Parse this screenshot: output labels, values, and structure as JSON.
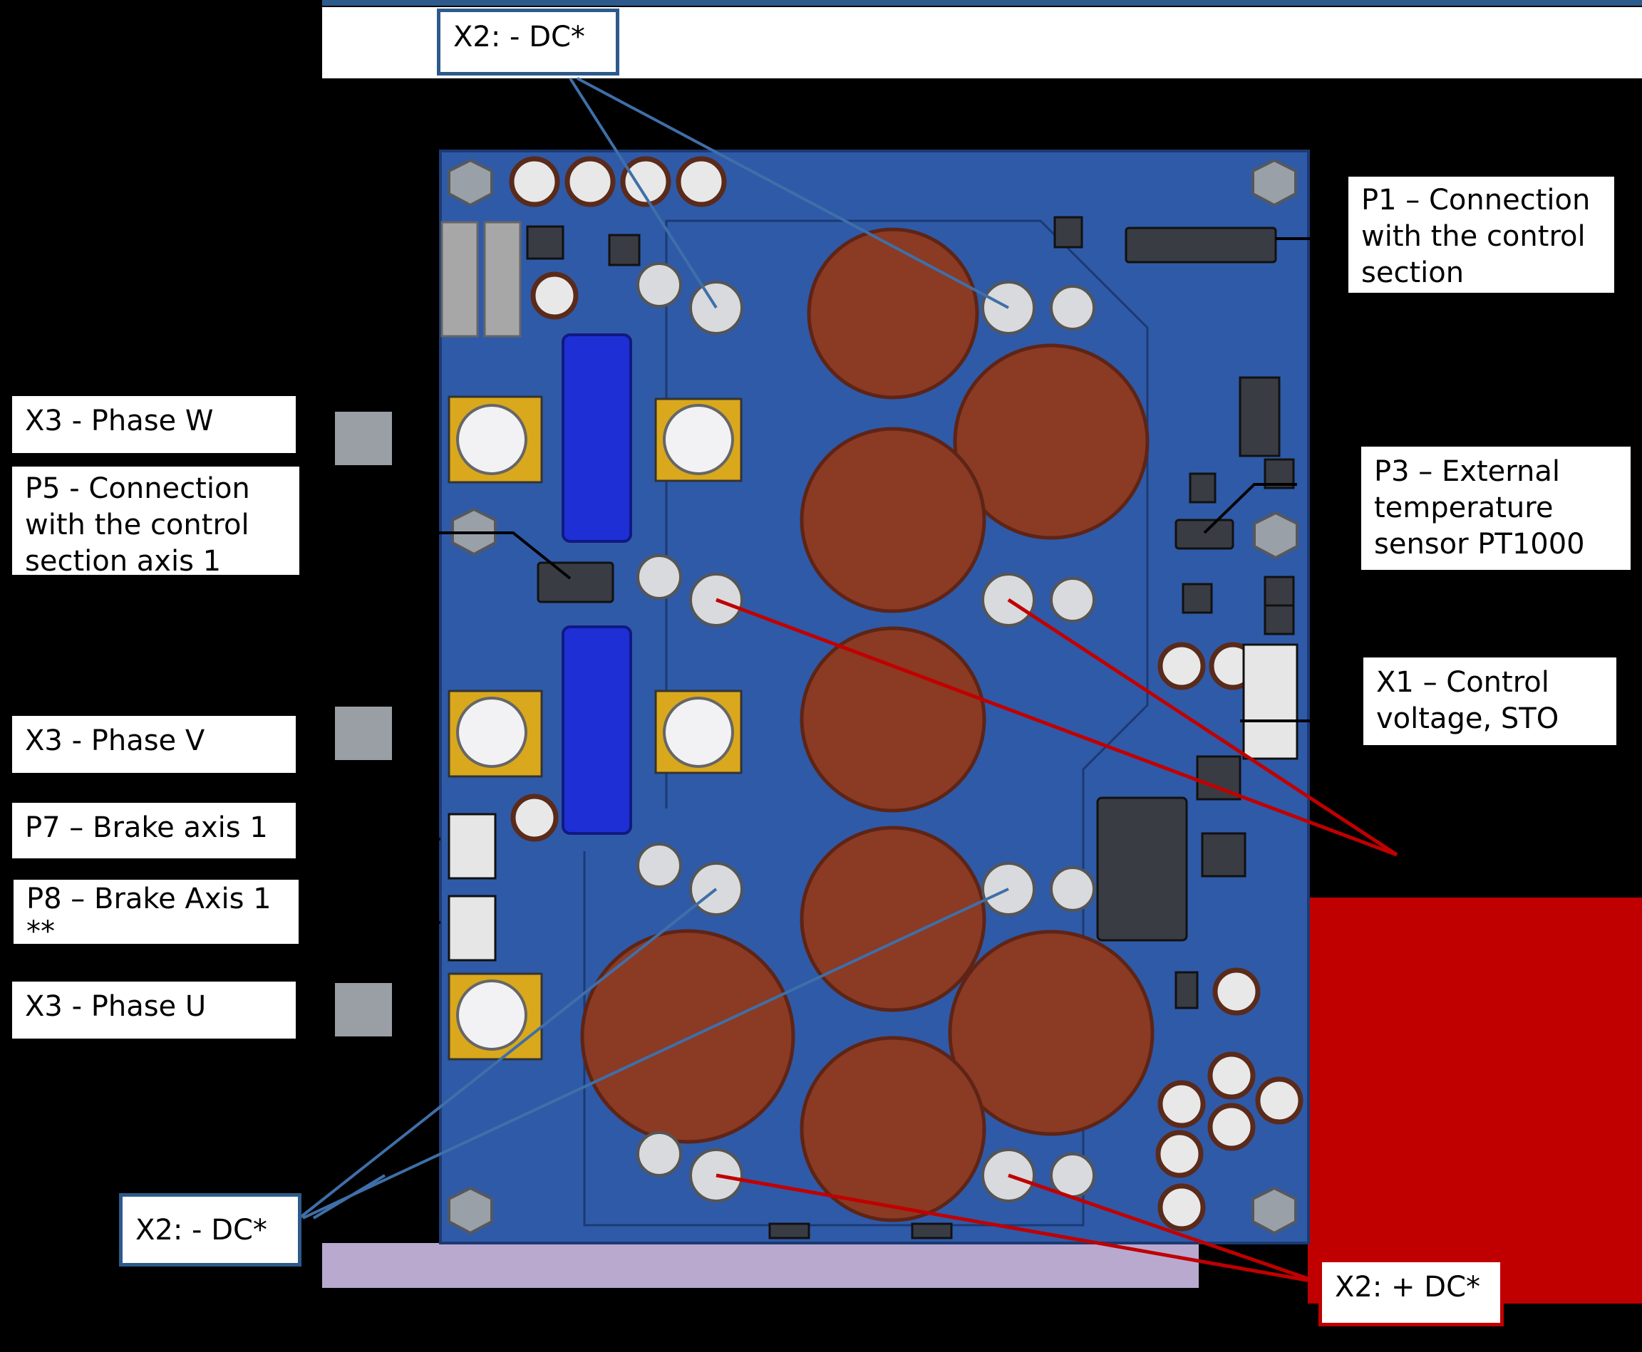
{
  "labels": {
    "x2_minus_dc_top": "X2: - DC*",
    "p1": "P1 – Connection with the control section",
    "x3_phase_w": "X3 - Phase W",
    "p5": "P5 - Connection with the control section axis 1",
    "p3": "P3 – External temperature sensor PT1000",
    "x1": "X1 – Control voltage, STO",
    "x3_phase_v": "X3 - Phase V",
    "p7": "P7 – Brake axis 1",
    "p8": "P8 – Brake Axis 1\n**",
    "x3_phase_u": "X3 - Phase U",
    "x2_minus_dc_bottom": "X2: - DC*",
    "x2_plus_dc_right": "X2: + DC*",
    "x2_plus_dc_bottom": "X2: + DC*"
  },
  "colors": {
    "board": "#2f5aa8",
    "capacitor": "#8b3a24",
    "leader_blue": "#3f6fa8",
    "leader_red": "#c00000",
    "label_border_blue": "#2d5a8c",
    "label_border_red": "#c00000"
  }
}
